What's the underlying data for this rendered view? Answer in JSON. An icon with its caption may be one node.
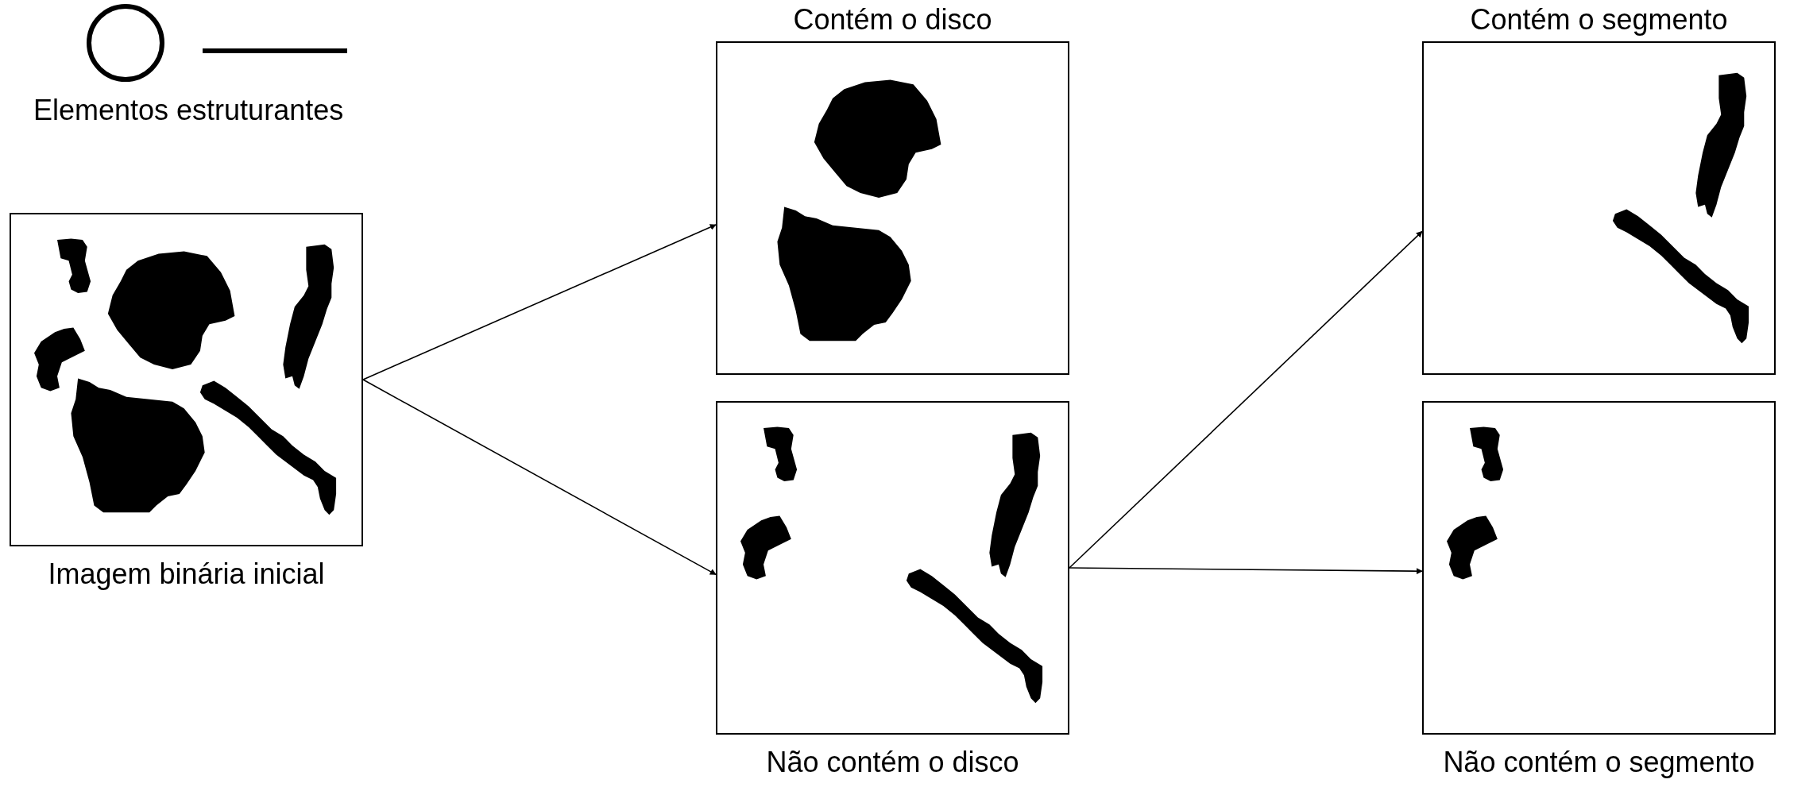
{
  "diagram": {
    "nodes": [
      {
        "text": [
          "Imagem binária inicial"
        ]
      },
      {
        "text": [
          "Contém o disco"
        ]
      },
      {
        "text": [
          "Não contém o disco"
        ]
      },
      {
        "text": [
          "Contém o segmento"
        ]
      },
      {
        "text": [
          "Não contém o segmento"
        ]
      }
    ],
    "edges": [
      {
        "from": 0,
        "to": 1,
        "arrow": "to"
      },
      {
        "from": 0,
        "to": 2,
        "arrow": "to"
      },
      {
        "from": 2,
        "to": 3,
        "arrow": "to"
      },
      {
        "from": 2,
        "to": 4,
        "arrow": "to"
      }
    ],
    "labels": [
      "Elementos estruturantes"
    ]
  }
}
